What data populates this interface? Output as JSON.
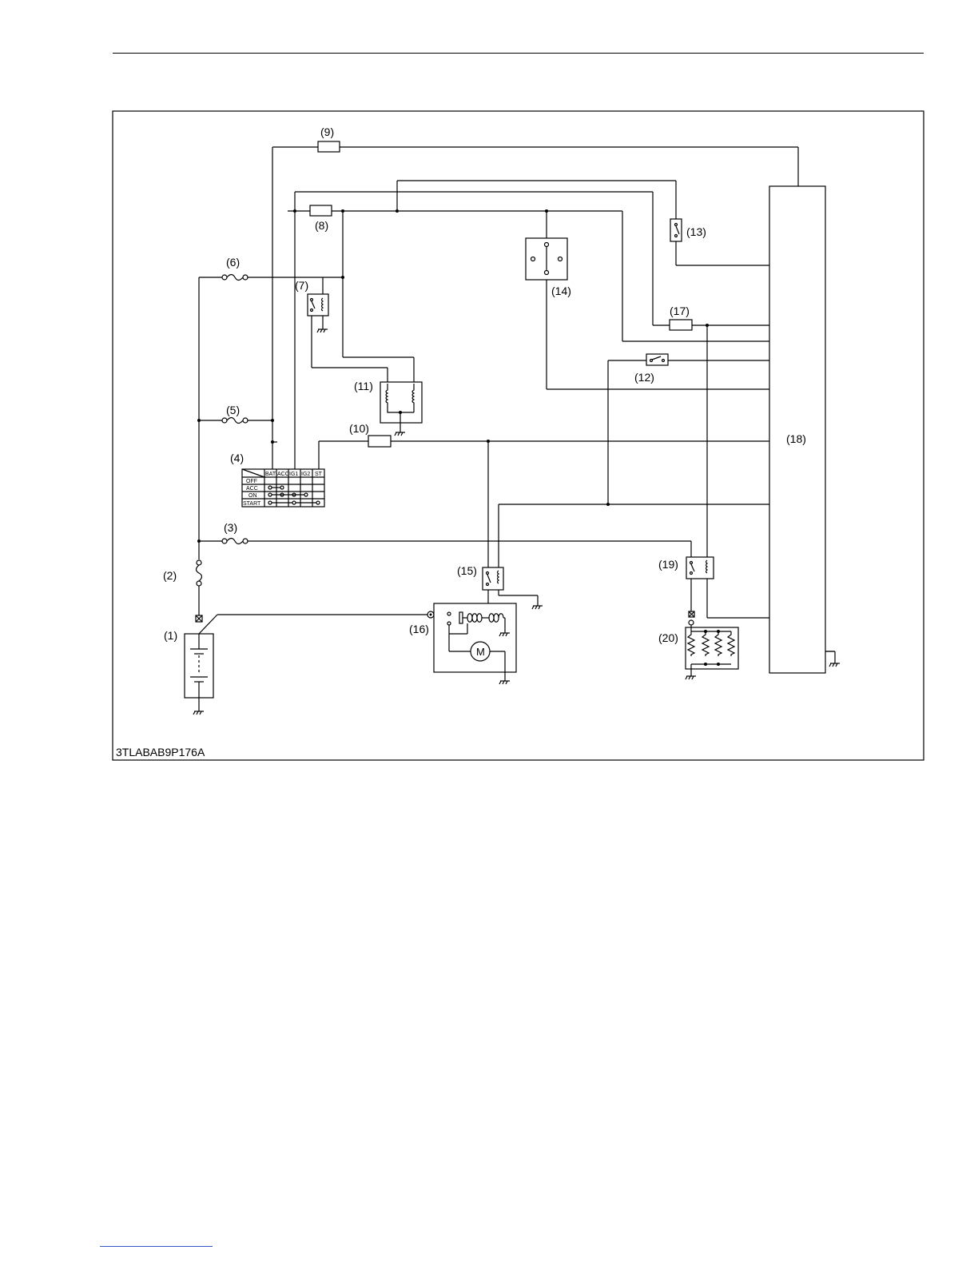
{
  "figure_code": "3TLABAB9P176A",
  "labels": {
    "c1": "(1)",
    "c2": "(2)",
    "c3": "(3)",
    "c4": "(4)",
    "c5": "(5)",
    "c6": "(6)",
    "c7": "(7)",
    "c8": "(8)",
    "c9": "(9)",
    "c10": "(10)",
    "c11": "(11)",
    "c12": "(12)",
    "c13": "(13)",
    "c14": "(14)",
    "c15": "(15)",
    "c16": "(16)",
    "c17": "(17)",
    "c18": "(18)",
    "c19": "(19)",
    "c20": "(20)"
  },
  "key_switch": {
    "columns": [
      "BAT",
      "ACC",
      "IG1",
      "IG2",
      "ST"
    ],
    "rows": [
      "OFF",
      "ACC",
      "ON",
      "START"
    ]
  },
  "motor_symbol": "M"
}
